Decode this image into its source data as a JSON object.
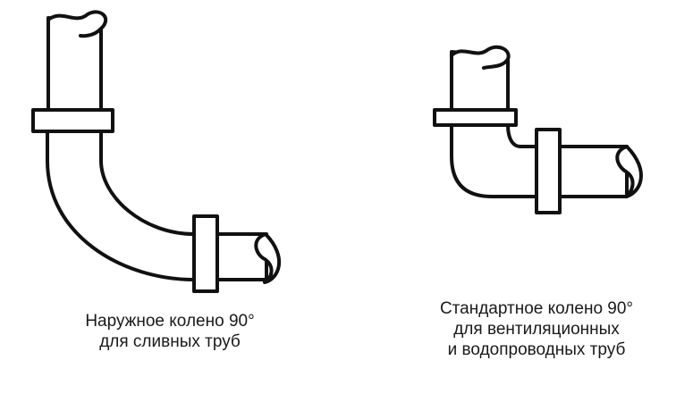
{
  "figures": [
    {
      "id": "outer-elbow",
      "caption_lines": [
        "Наружное колено 90°",
        "для сливных труб"
      ]
    },
    {
      "id": "standard-elbow",
      "caption_lines": [
        "Стандартное колено 90°",
        "для вентиляционных",
        "и водопроводных труб"
      ]
    }
  ],
  "colors": {
    "stroke": "#111111",
    "fill": "#ffffff",
    "text": "#1a1a1a"
  }
}
